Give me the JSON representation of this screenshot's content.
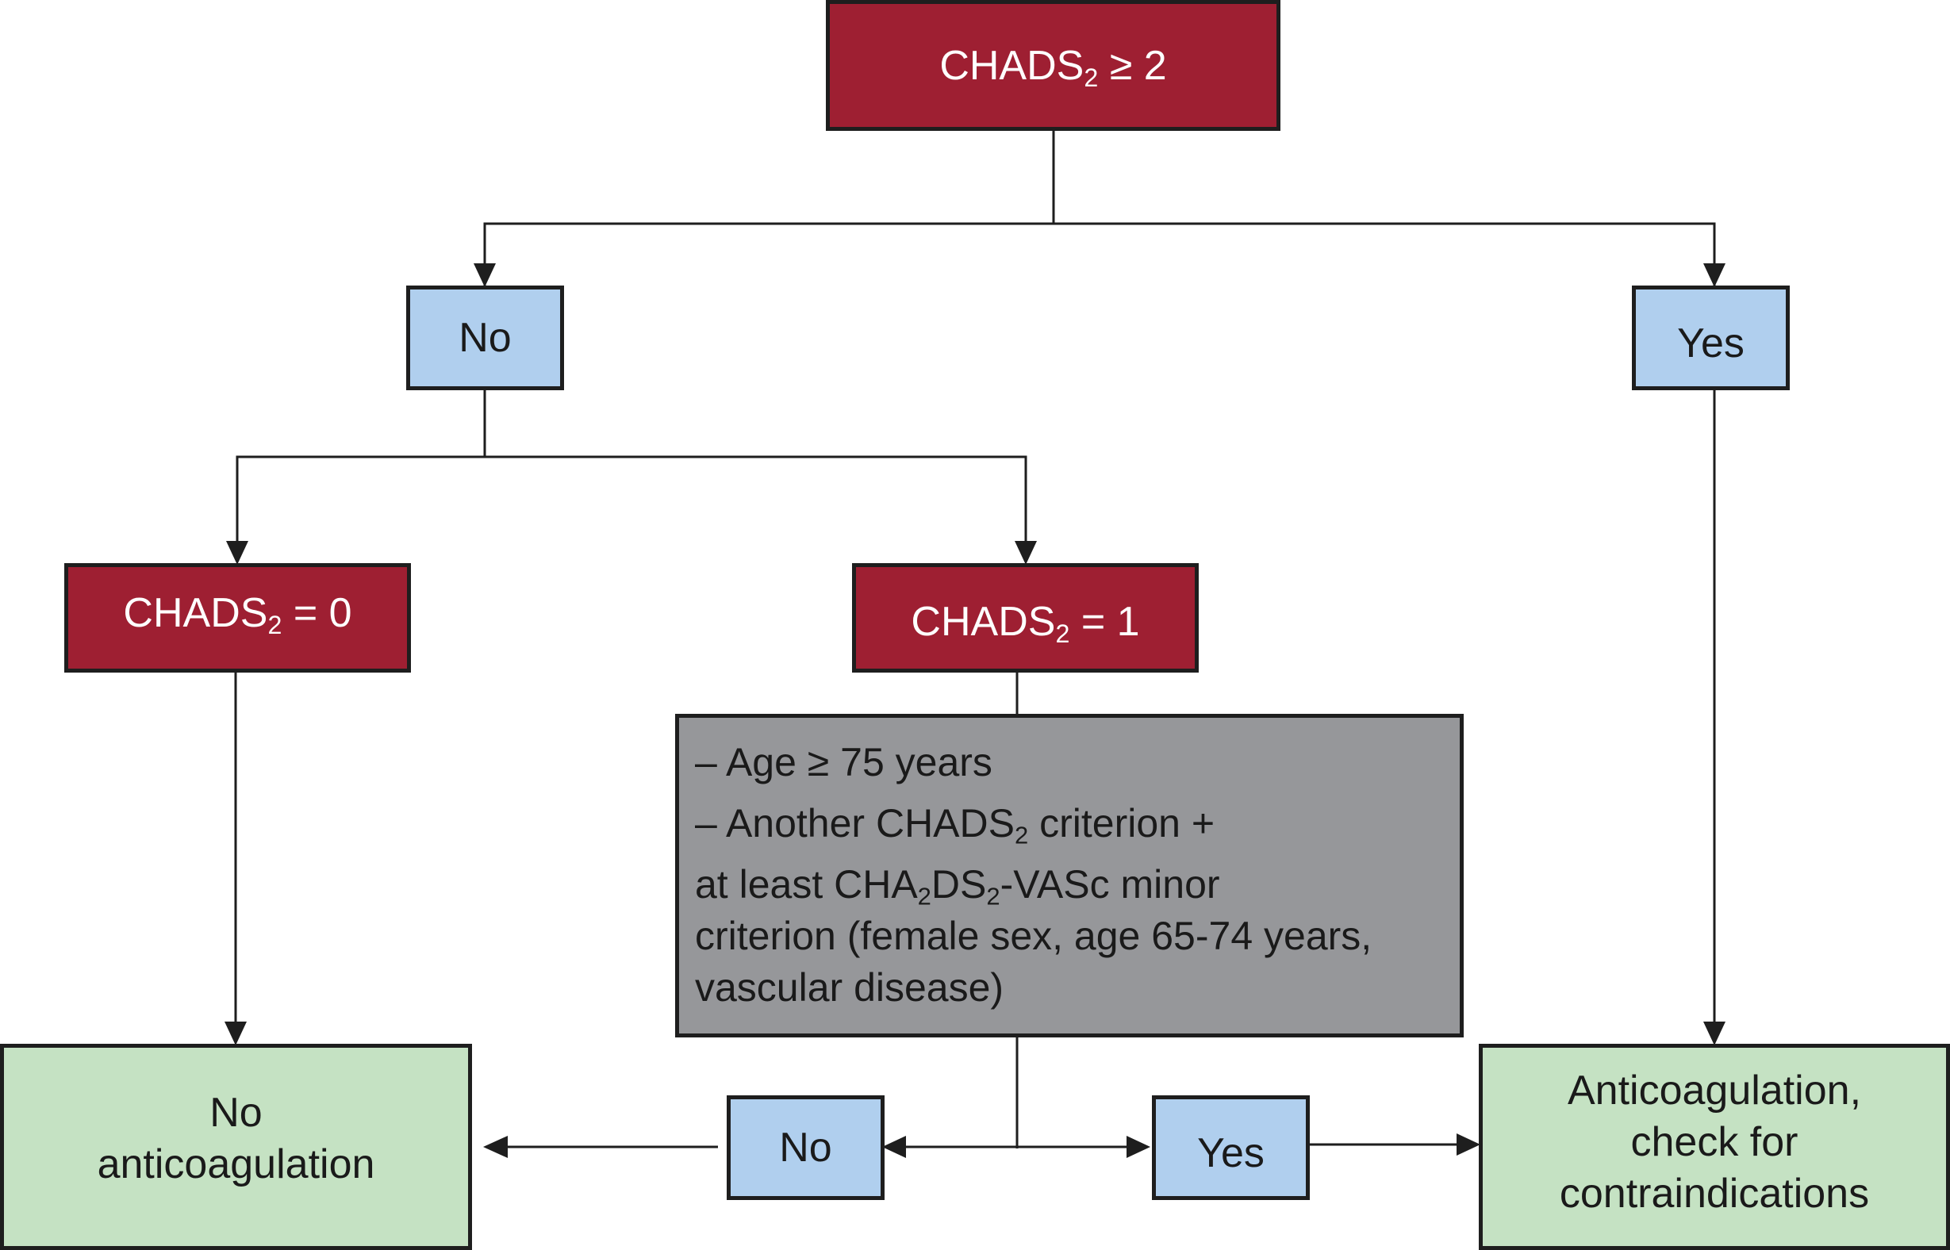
{
  "nodes": {
    "root": {
      "prefix": "CHADS",
      "sub": "2",
      "suffix": " ≥ 2"
    },
    "no_top": {
      "label": "No"
    },
    "yes_top": {
      "label": "Yes"
    },
    "chads0": {
      "prefix": "CHADS",
      "sub": "2",
      "suffix": " = 0"
    },
    "chads1": {
      "prefix": "CHADS",
      "sub": "2",
      "suffix": " = 1"
    },
    "criteria": {
      "line1": "– Age ≥ 75 years",
      "line2_prefix": "– Another CHADS",
      "line2_sub": "2",
      "line2_suffix": " criterion +",
      "line3_a": "at least CHA",
      "line3_sub1": "2",
      "line3_b": "DS",
      "line3_sub2": "2",
      "line3_c": "-VASc  minor",
      "line4": "criterion (female sex, age 65-74 years,",
      "line5": "vascular disease)"
    },
    "no_bottom": {
      "label": "No"
    },
    "yes_bottom": {
      "label": "Yes"
    },
    "no_anticoag": {
      "line1": "No",
      "line2": "anticoagulation"
    },
    "anticoag": {
      "line1": "Anticoagulation,",
      "line2": "check for",
      "line3": "contraindications"
    }
  },
  "colors": {
    "decision_red": "#9e1f32",
    "answer_blue": "#b0cfee",
    "outcome_green": "#c5e2c3",
    "criteria_gray": "#96979a",
    "line": "#1e1e1e"
  }
}
